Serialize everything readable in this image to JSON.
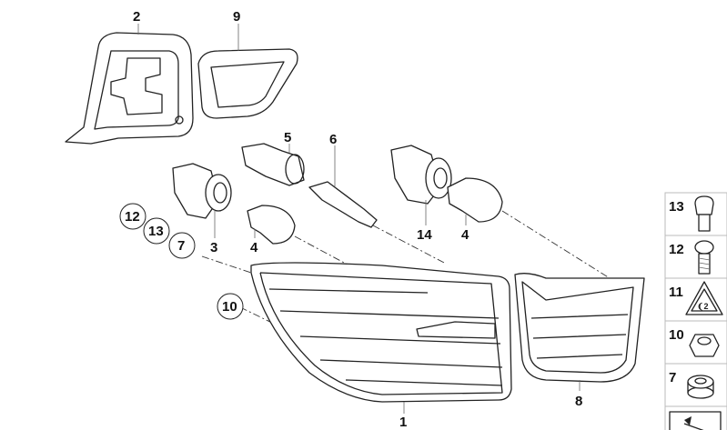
{
  "diagram": {
    "callouts": [
      {
        "id": "c2",
        "text": "2",
        "circled": false
      },
      {
        "id": "c9",
        "text": "9",
        "circled": false
      },
      {
        "id": "c5",
        "text": "5",
        "circled": false
      },
      {
        "id": "c6",
        "text": "6",
        "circled": false
      },
      {
        "id": "c12",
        "text": "12",
        "circled": true
      },
      {
        "id": "c13",
        "text": "13",
        "circled": true
      },
      {
        "id": "c7",
        "text": "7",
        "circled": true
      },
      {
        "id": "c3",
        "text": "3",
        "circled": false
      },
      {
        "id": "c4a",
        "text": "4",
        "circled": false
      },
      {
        "id": "c14",
        "text": "14",
        "circled": false
      },
      {
        "id": "c4b",
        "text": "4",
        "circled": false
      },
      {
        "id": "c10",
        "text": "10",
        "circled": true
      },
      {
        "id": "c1",
        "text": "1",
        "circled": false
      },
      {
        "id": "c8",
        "text": "8",
        "circled": false
      }
    ],
    "legend": [
      {
        "text": "13",
        "icon": "collar-screw-icon"
      },
      {
        "text": "12",
        "icon": "pan-head-screw-icon"
      },
      {
        "text": "11",
        "icon": "warning-triangle-icon"
      },
      {
        "text": "10",
        "icon": "hex-nut-icon"
      },
      {
        "text": "7",
        "icon": "grommet-icon"
      },
      {
        "text": "",
        "icon": "arrow-icon"
      }
    ]
  }
}
